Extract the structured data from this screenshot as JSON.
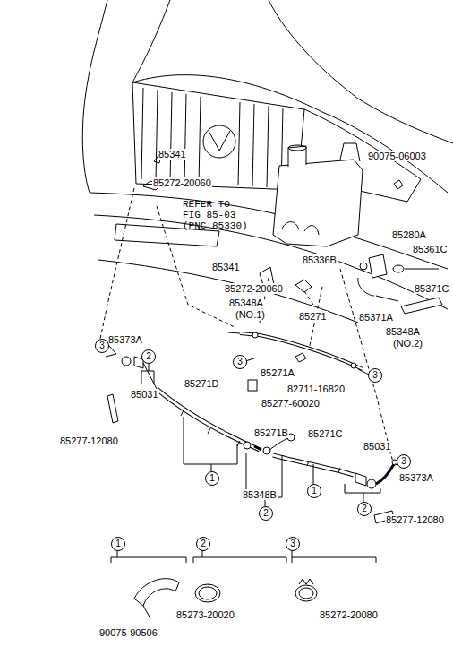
{
  "diagram": {
    "nodes": [
      {
        "text": [
          "3"
        ]
      },
      {
        "text": [
          "2"
        ]
      },
      {
        "text": [
          "3"
        ]
      },
      {
        "text": [
          "3"
        ]
      },
      {
        "text": [
          "3"
        ]
      },
      {
        "text": [
          "1"
        ]
      },
      {
        "text": [
          "1"
        ]
      },
      {
        "text": [
          "2"
        ]
      },
      {
        "text": [
          "2"
        ]
      },
      {
        "text": [
          "1"
        ]
      },
      {
        "text": [
          "2"
        ]
      },
      {
        "text": [
          "3"
        ]
      }
    ],
    "labels": [
      "85341",
      "90075-06003",
      "85272-20060",
      "REFER TO FIG 85-03 (PNC 85330)",
      "85280A",
      "85361C",
      "85336B",
      "85341",
      "85371C",
      "85272-20060",
      "85348A",
      "(NO.1)",
      "85271",
      "85371A",
      "85348A",
      "(NO.2)",
      "85373A",
      "85271A",
      "85271D",
      "82711-16820",
      "85031",
      "85277-60020",
      "85271B",
      "85271C",
      "85277-12080",
      "85031",
      "85373A",
      "85348B",
      "85277-12080",
      "85273-20020",
      "85272-20080",
      "90075-90506"
    ]
  }
}
